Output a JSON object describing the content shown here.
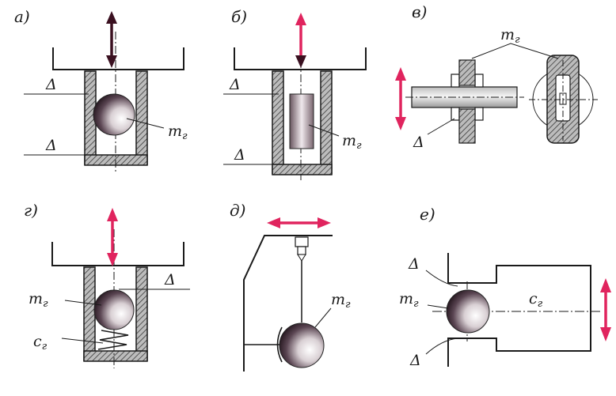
{
  "panels": {
    "a": {
      "label": "а)",
      "delta_top": "Δ",
      "delta_bottom": "Δ",
      "mass": "m",
      "mass_sub": "г"
    },
    "b": {
      "label": "б)",
      "delta_top": "Δ",
      "delta_bottom": "Δ",
      "mass": "m",
      "mass_sub": "г"
    },
    "v": {
      "label": "в)",
      "mass": "m",
      "mass_sub": "г",
      "delta": "Δ"
    },
    "g": {
      "label": "г)",
      "delta": "Δ",
      "mass": "m",
      "mass_sub": "г",
      "spring": "c",
      "spring_sub": "г"
    },
    "d": {
      "label": "д)",
      "mass": "m",
      "mass_sub": "г"
    },
    "e": {
      "label": "е)",
      "delta_top": "Δ",
      "delta_bottom": "Δ",
      "mass": "m",
      "mass_sub": "г",
      "spring": "c",
      "spring_sub": "г"
    }
  },
  "colors": {
    "arrow_red": "#e0245e",
    "arrow_dark": "#3a1020",
    "line": "#1a1a1a",
    "hatch": "#555555"
  },
  "icons": {
    "vibration_arrow": "double-arrow",
    "mass_ball": "sphere"
  }
}
